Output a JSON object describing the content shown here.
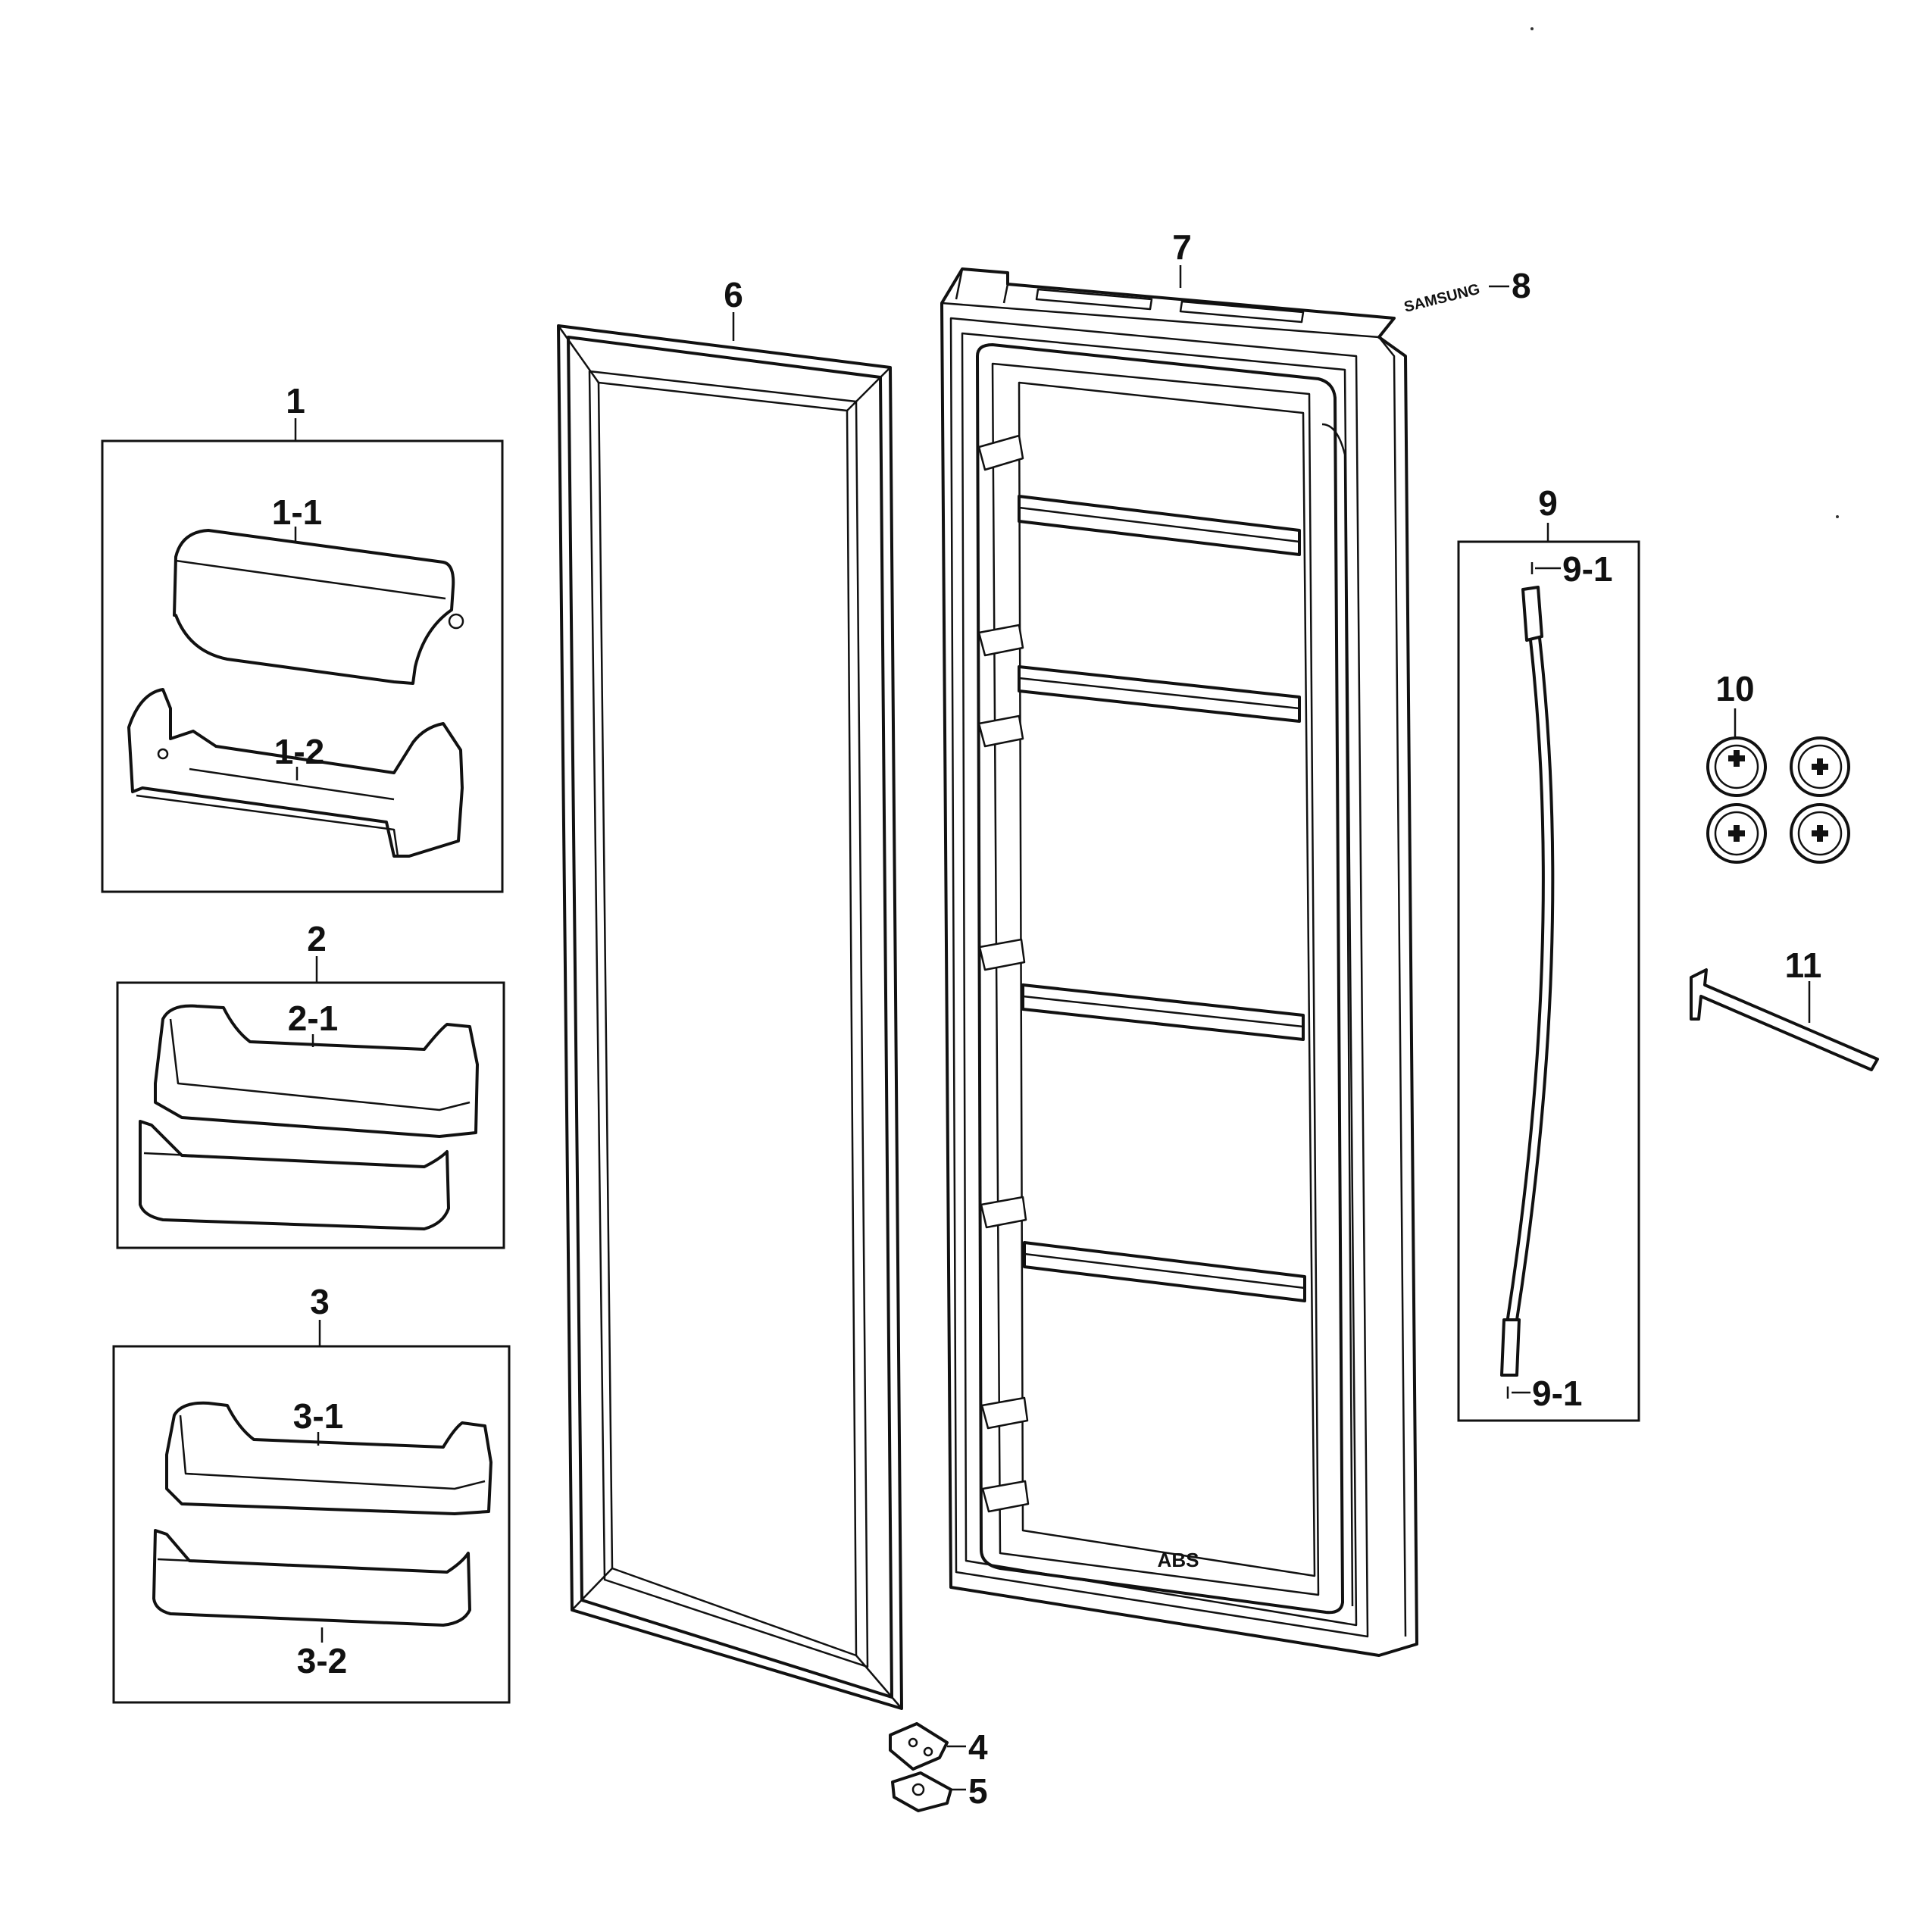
{
  "labels": {
    "l1": "1",
    "l1_1": "1-1",
    "l1_2": "1-2",
    "l2": "2",
    "l2_1": "2-1",
    "l3": "3",
    "l3_1": "3-1",
    "l3_2": "3-2",
    "l4": "4",
    "l5": "5",
    "l6": "6",
    "l7": "7",
    "l8": "8",
    "l9": "9",
    "l9_1a": "9-1",
    "l9_1b": "9-1",
    "l10": "10",
    "l11": "11"
  },
  "markings": {
    "brand_badge": "SAMSUNG",
    "material": "ABS"
  },
  "colors": {
    "line": "#111111",
    "background": "#ffffff"
  }
}
